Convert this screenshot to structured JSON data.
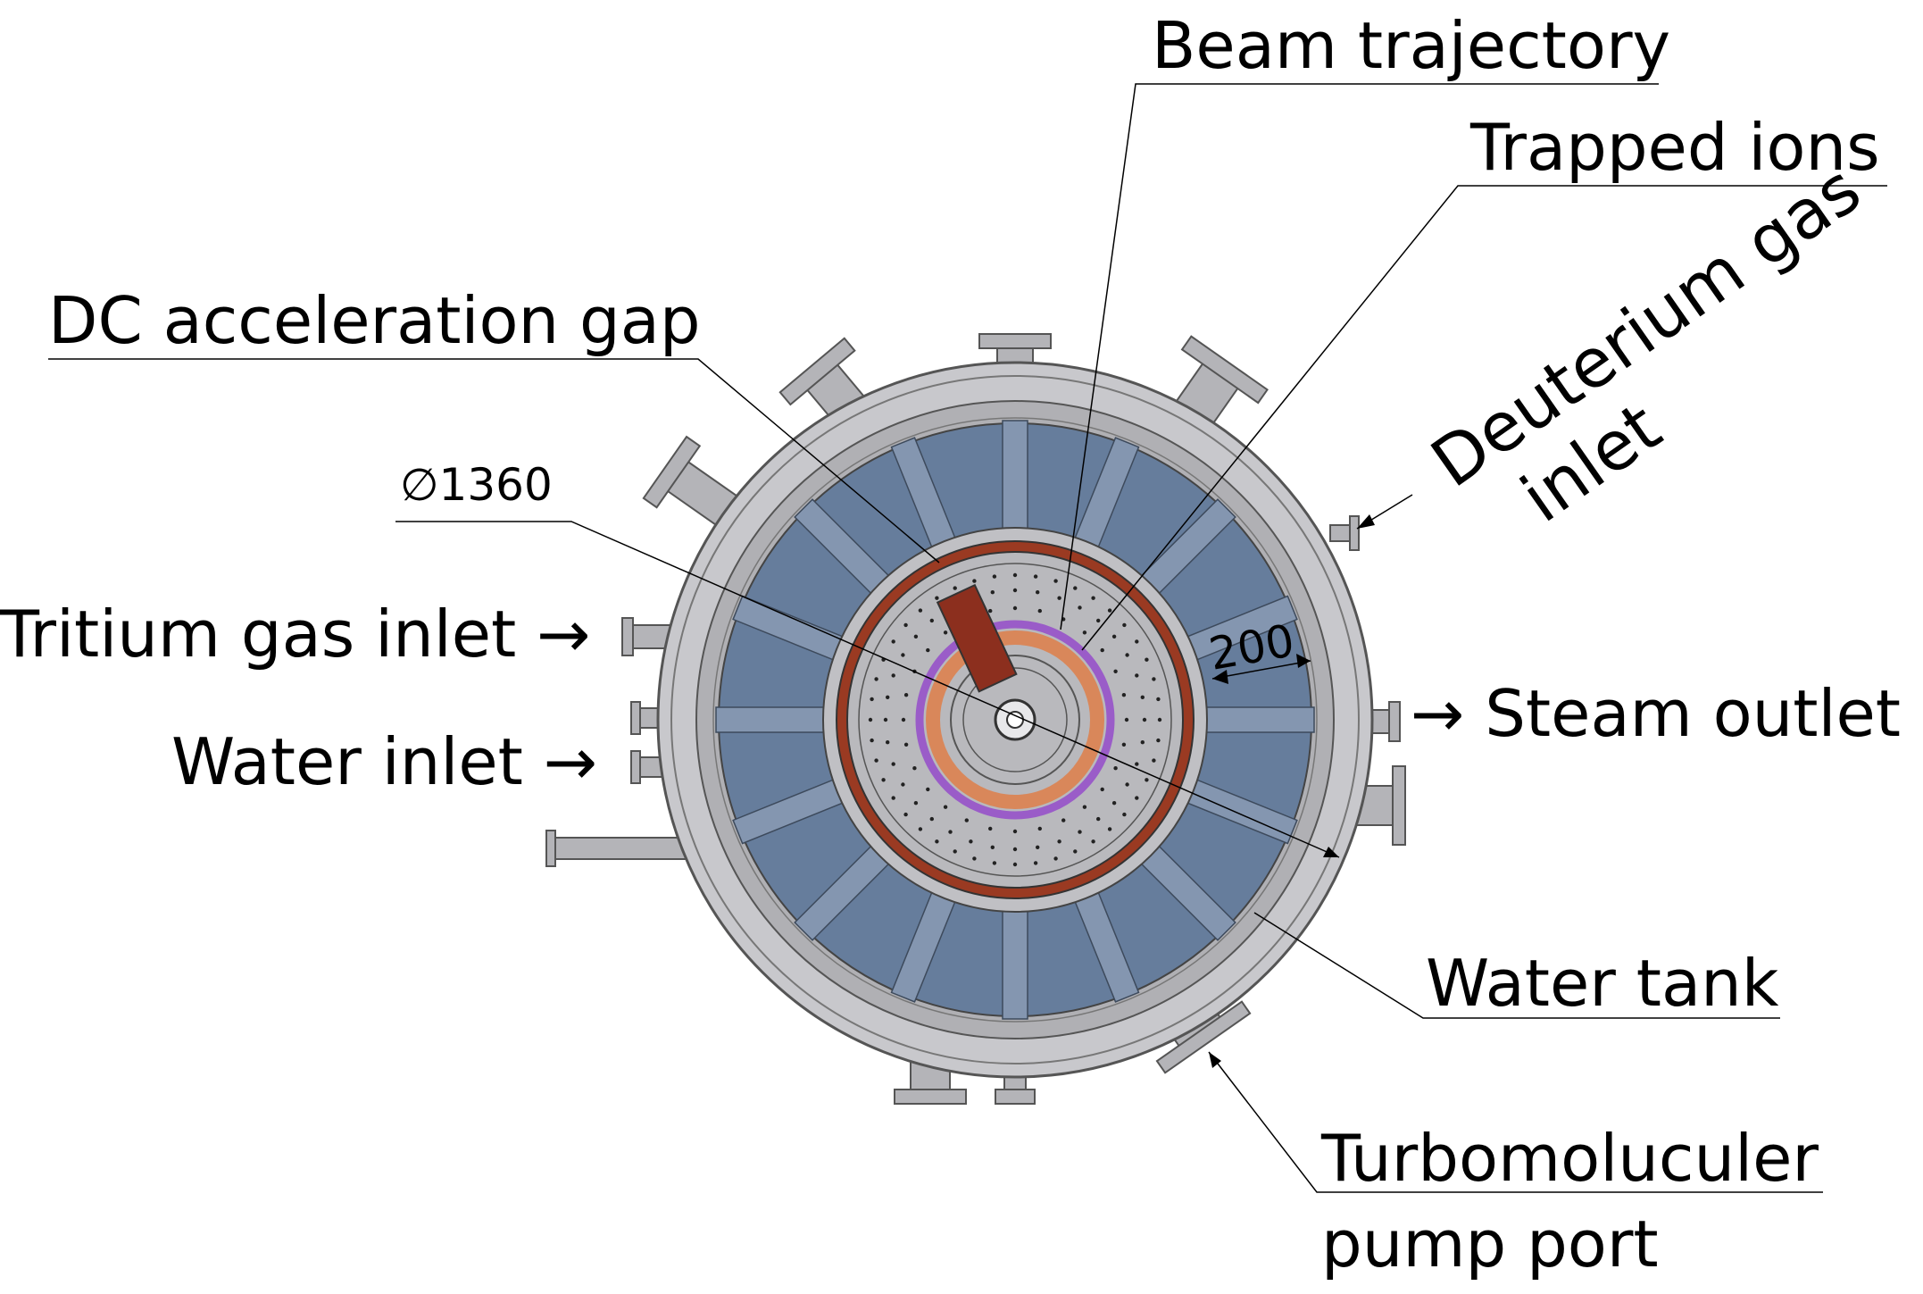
{
  "labels": {
    "beam_trajectory": "Beam trajectory",
    "trapped_ions": "Trapped ions",
    "deuterium_gas_inlet_line1": "Deuterium gas",
    "deuterium_gas_inlet_line2": "inlet",
    "dc_acceleration_gap": "DC acceleration gap",
    "diameter_dimension": "∅1360",
    "tritium_gas_inlet": "Tritium gas inlet →",
    "water_inlet": "Water inlet →",
    "steam_outlet": "→ Steam outlet",
    "radial_dimension": "200",
    "water_tank": "Water tank",
    "turbo_pump_port_line1": "Turbomoluculer",
    "turbo_pump_port_line2": "pump port"
  },
  "colors": {
    "vessel_gray": "#c8c8cc",
    "flange_gray": "#b4b4b8",
    "water_blue": "#667d9c",
    "inner_gray": "#b9b9bd",
    "copper_ring": "#9a3a22",
    "dee_electrode": "#8c2f1e",
    "violet_ring": "#9a5cc8",
    "orange_ring": "#d9875a"
  }
}
